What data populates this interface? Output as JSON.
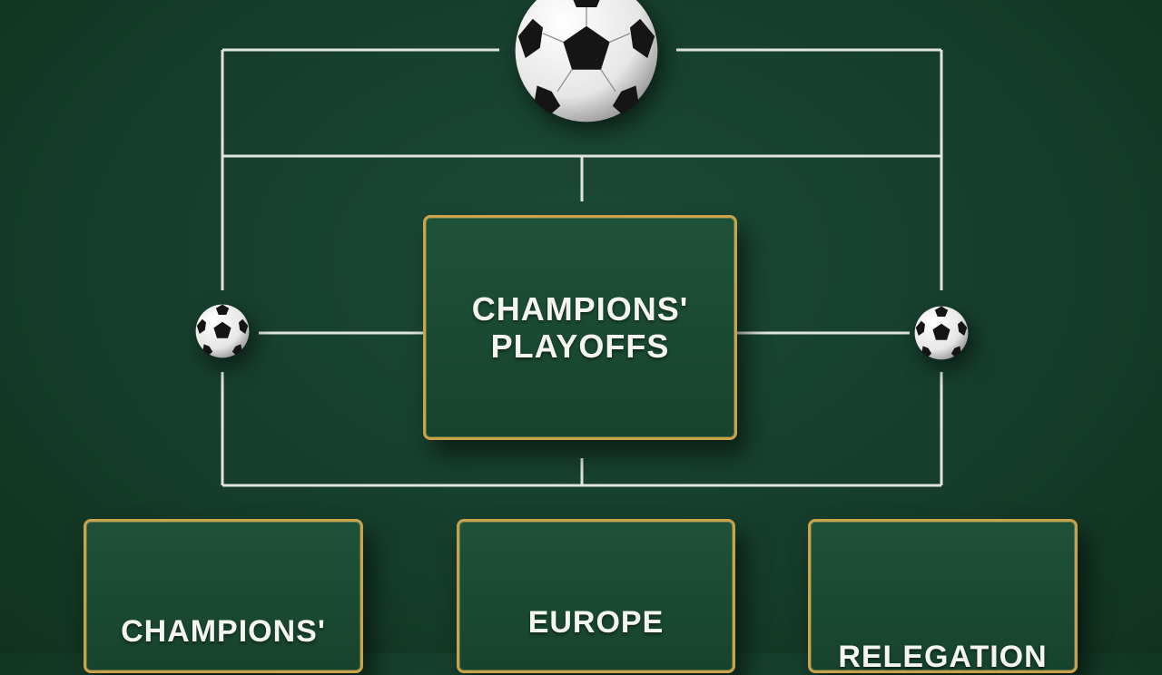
{
  "diagram": {
    "center_panel": {
      "label": "CHAMPIONS'\nPLAYOFFS"
    },
    "bottom_panels": [
      {
        "label": "CHAMPIONS'"
      },
      {
        "label": "EUROPE"
      },
      {
        "label": "RELEGATION"
      }
    ]
  },
  "colors": {
    "background": "#163d2c",
    "panel_border": "#c9a24a",
    "lines": "#f2f2f2",
    "text": "#f4f4f0"
  },
  "icons": [
    "soccer-ball-icon"
  ]
}
